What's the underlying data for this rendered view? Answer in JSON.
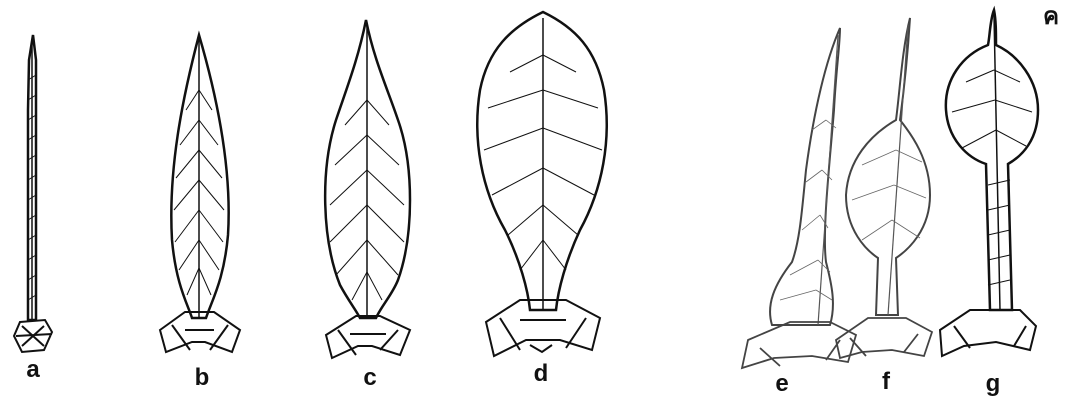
{
  "figure": {
    "corner_mark": "ค",
    "panels": [
      {
        "id": "a",
        "label": "a",
        "shape": "linear",
        "ink": "dark"
      },
      {
        "id": "b",
        "label": "b",
        "shape": "lanceolate",
        "ink": "dark"
      },
      {
        "id": "c",
        "label": "c",
        "shape": "elliptic",
        "ink": "dark"
      },
      {
        "id": "d",
        "label": "d",
        "shape": "obovate",
        "ink": "dark"
      },
      {
        "id": "e",
        "label": "e",
        "shape": "basal-swollen",
        "ink": "faint"
      },
      {
        "id": "f",
        "label": "f",
        "shape": "mid-swollen",
        "ink": "faint"
      },
      {
        "id": "g",
        "label": "g",
        "shape": "apical-swollen",
        "ink": "dark"
      }
    ]
  },
  "colors": {
    "ink": "#111111",
    "faint_ink": "#555555",
    "paper": "#ffffff"
  }
}
